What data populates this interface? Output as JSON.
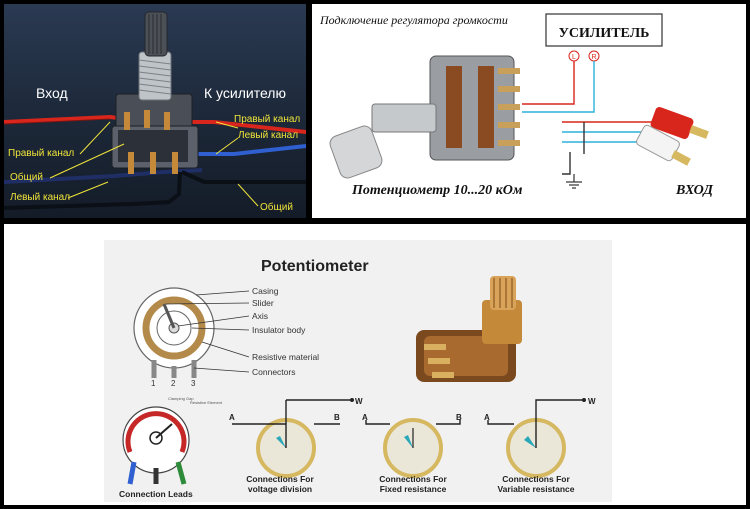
{
  "panel1": {
    "input_label": "Вход",
    "amp_label": "К усилителю",
    "right_channel_left": "Правый канал",
    "common_left": "Общий",
    "left_channel_left": "Левый канал",
    "right_channel_right": "Правый канал",
    "left_channel_right": "Левый канал",
    "common_right": "Общий"
  },
  "panel2": {
    "title": "Подключение регулятора громкости",
    "amp_box": "УСИЛИТЕЛЬ",
    "mark_l": "L",
    "mark_r": "R",
    "pot_label": "Потенциометр 10...20 кОм",
    "input_label": "ВХОД"
  },
  "panel3": {
    "title": "Potentiometer",
    "callouts": [
      "Casing",
      "Slider",
      "Axis",
      "Insulator body",
      "Resistive material",
      "Connectors"
    ],
    "pins": [
      "1",
      "2",
      "3"
    ],
    "tiny_labels": [
      "Clamping Gap",
      "Resistive Element"
    ],
    "leads_label": "Connection Leads",
    "letters": {
      "a": "A",
      "b": "B",
      "w": "W"
    },
    "conn1": [
      "Connections For",
      "voltage division"
    ],
    "conn2": [
      "Connections For",
      "Fixed resistance"
    ],
    "conn3": [
      "Connections For",
      "Variable resistance"
    ]
  },
  "colors": {
    "wire_red": "#d9261c",
    "wire_blue": "#2f5fd0",
    "label_yellow": "#f0e43a",
    "cyan_wire": "#2ab2d8"
  }
}
